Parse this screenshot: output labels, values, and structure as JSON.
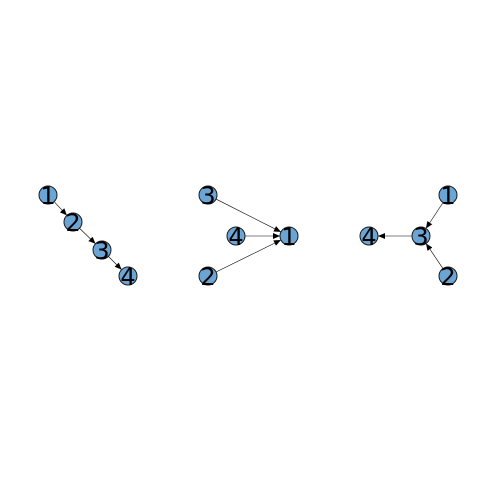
{
  "colors": {
    "node_fill": "#6aa5d6",
    "node_stroke": "#1a1a1a",
    "edge": "#000000",
    "background": "#ffffff"
  },
  "graphs": [
    {
      "id": "graph-1",
      "nodes": [
        "1",
        "2",
        "3",
        "4"
      ],
      "edges": [
        [
          "1",
          "2"
        ],
        [
          "2",
          "3"
        ],
        [
          "3",
          "4"
        ]
      ]
    },
    {
      "id": "graph-2",
      "nodes": [
        "1",
        "2",
        "3",
        "4"
      ],
      "edges": [
        [
          "3",
          "1"
        ],
        [
          "4",
          "1"
        ],
        [
          "2",
          "1"
        ]
      ]
    },
    {
      "id": "graph-3",
      "nodes": [
        "1",
        "2",
        "3",
        "4"
      ],
      "edges": [
        [
          "1",
          "3"
        ],
        [
          "2",
          "3"
        ],
        [
          "3",
          "4"
        ]
      ]
    }
  ]
}
